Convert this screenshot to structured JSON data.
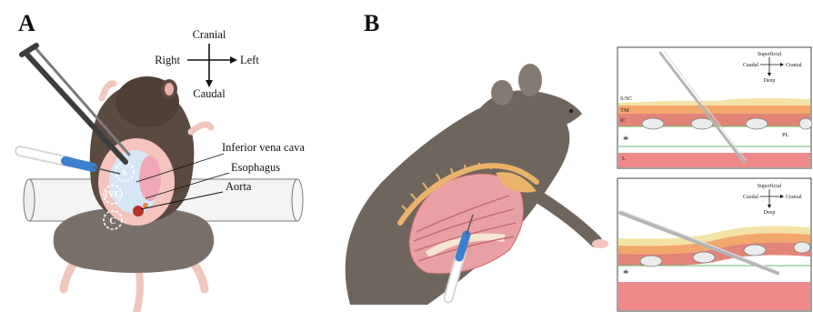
{
  "panels": {
    "a": {
      "letter": "A",
      "compass": {
        "up": "Cranial",
        "down": "Caudal",
        "left": "Right",
        "right": "Left"
      },
      "labels": {
        "ivc": "Inferior vena cava",
        "esophagus": "Esophagus",
        "aorta": "Aorta"
      },
      "markers": {
        "s": "S",
        "ivc": "IVC",
        "c": "C"
      }
    },
    "b": {
      "letter": "B",
      "inset_top": {
        "compass": {
          "up": "Superficial",
          "down": "Deep",
          "left": "Caudal",
          "right": "Cranial"
        },
        "layers": {
          "ssc": "S/SC",
          "tm": "TM",
          "ic": "IC",
          "pl": "PL",
          "l": "L"
        },
        "asterisk": "*"
      },
      "inset_bottom": {
        "compass": {
          "up": "Superficial",
          "down": "Deep",
          "left": "Caudal",
          "right": "Cranial"
        },
        "asterisk": "*"
      }
    }
  },
  "colors": {
    "mouse_dark": "#5b4a3f",
    "mouse_gray": "#6e655d",
    "skin_pink": "#f4c4bd",
    "lung_pink": "#e8a0a4",
    "rib_tan": "#e9b46a",
    "tissue_red": "#e38479",
    "layer_orange": "#f2a76c",
    "liver_pink": "#f08a8a",
    "needle_blue": "#3a7fd0"
  }
}
